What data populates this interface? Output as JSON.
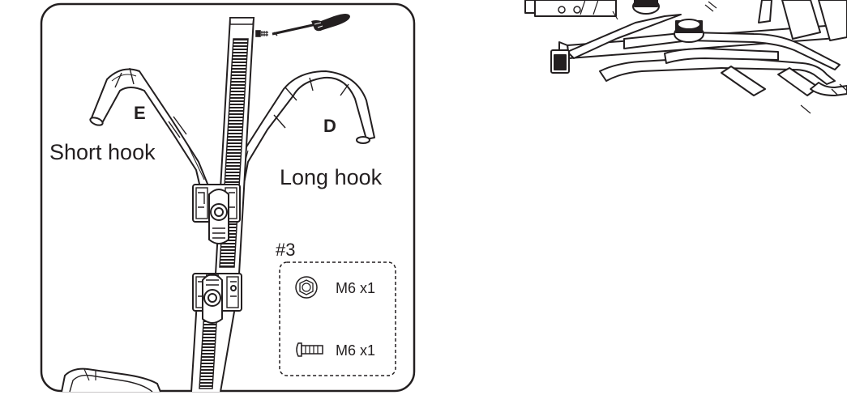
{
  "labels": {
    "part_e": "E",
    "part_d": "D",
    "short_hook": "Short hook",
    "long_hook": "Long hook"
  },
  "hardware_box": {
    "pack_id": "#3",
    "nut_qty": "M6 x1",
    "bolt_qty": "M6 x1"
  },
  "colors": {
    "ink": "#231f20",
    "paper": "#ffffff"
  },
  "icons": [
    "screwdriver-icon",
    "screw-icon",
    "nut-icon",
    "bolt-icon"
  ]
}
